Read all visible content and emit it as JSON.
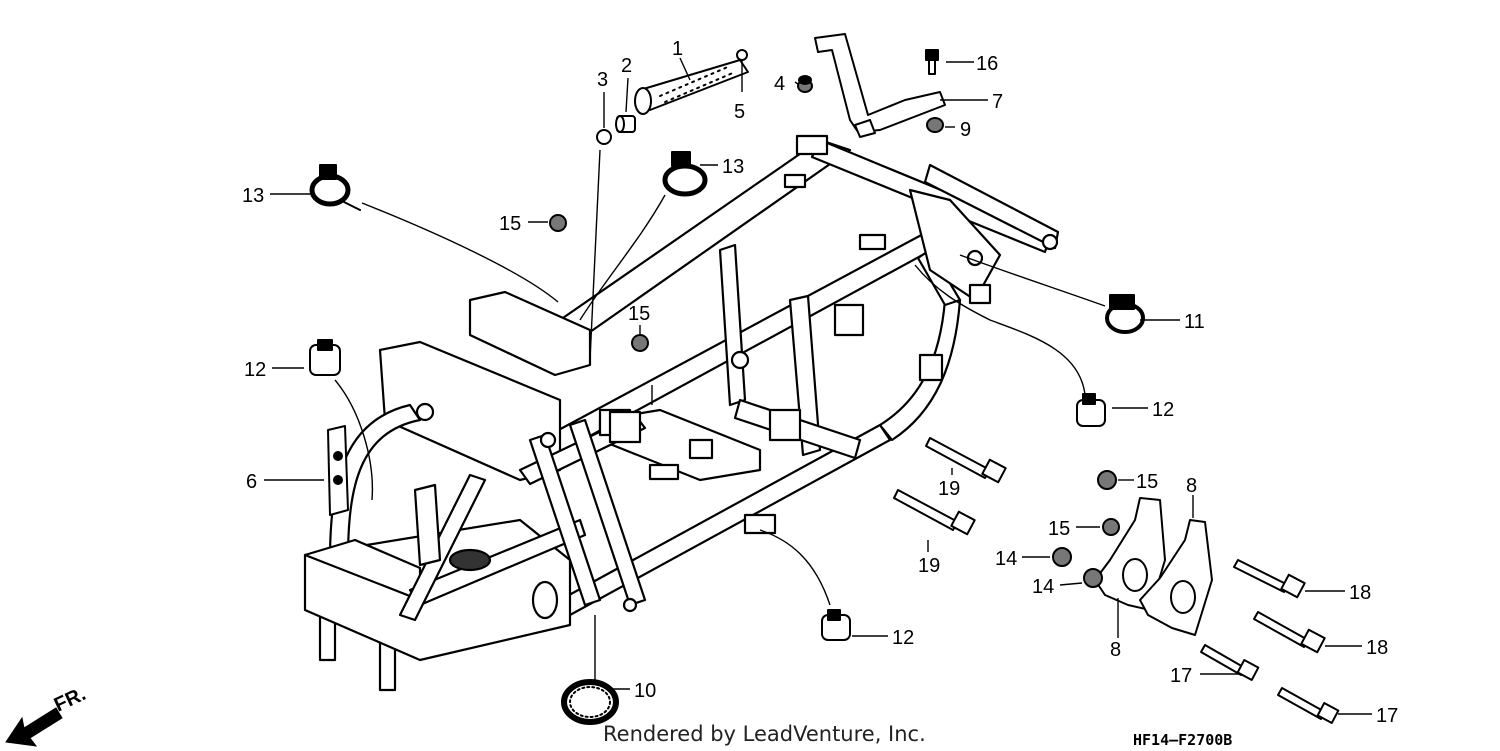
{
  "callouts": [
    "1",
    "2",
    "3",
    "4",
    "5",
    "6",
    "7",
    "8",
    "8",
    "9",
    "10",
    "11",
    "12",
    "12",
    "12",
    "13",
    "13",
    "14",
    "14",
    "15",
    "15",
    "15",
    "15",
    "16",
    "17",
    "17",
    "18",
    "18",
    "19",
    "19"
  ],
  "credit": "Rendered by LeadVenture, Inc.",
  "diagram_code": "HF14–F2700B",
  "direction_label": "FR.",
  "colors": {
    "ink": "#000000",
    "background": "#ffffff"
  }
}
